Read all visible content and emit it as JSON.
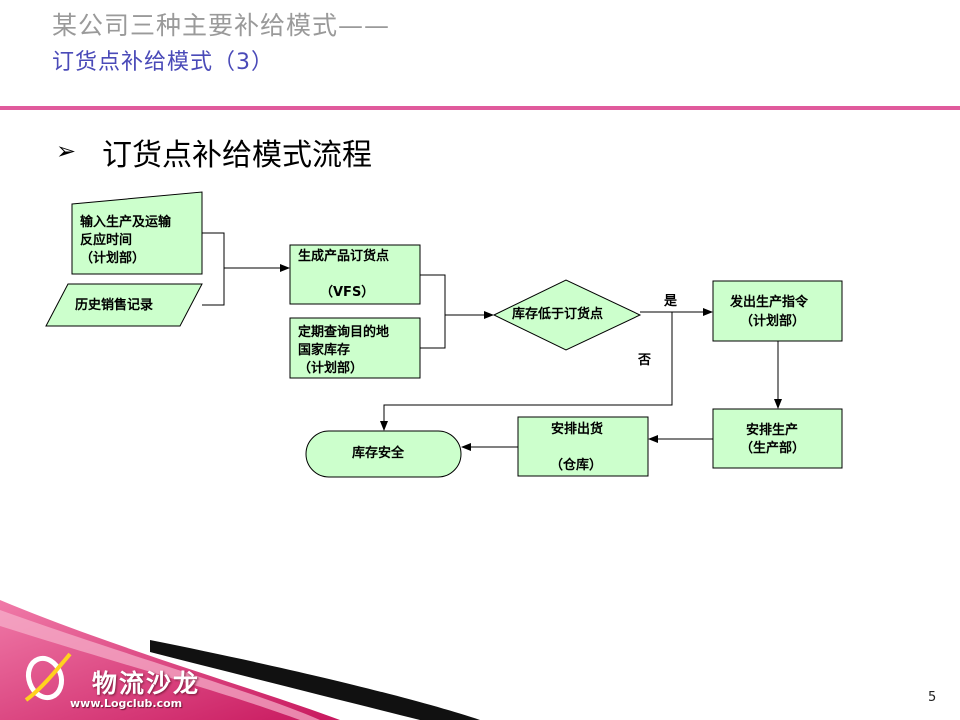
{
  "slide": {
    "title_line1": "某公司三种主要补给模式——",
    "title_line2": "订货点补给模式（3）",
    "bullet_text": "订货点补给模式流程",
    "page_number": "5"
  },
  "flowchart": {
    "nodes": {
      "input_lead_time": [
        "输入生产及运输",
        "反应时间",
        "（计划部）"
      ],
      "sales_history": [
        "历史销售记录"
      ],
      "generate_order_point": [
        "生成产品订货点",
        "",
        "（VFS）"
      ],
      "check_inventory": [
        "定期查询目的地",
        "国家库存",
        "（计划部）"
      ],
      "decision": [
        "库存低于订货点"
      ],
      "issue_production_order": [
        "发出生产指令",
        "（计划部）"
      ],
      "arrange_production": [
        "安排生产",
        "（生产部）"
      ],
      "arrange_shipment": [
        "安排出货",
        "",
        "（仓库）"
      ],
      "inventory_safe": [
        "库存安全"
      ]
    },
    "edge_labels": {
      "yes": "是",
      "no": "否"
    }
  },
  "logo": {
    "name": "物流沙龙",
    "url": "www.Logclub.com"
  },
  "colors": {
    "title_gray": "#9a9a9a",
    "title_blue": "#4a4ab8",
    "rule_pink": "#e05a9c",
    "box_fill": "#ccffcc",
    "corner_magenta": "#d0246a"
  }
}
